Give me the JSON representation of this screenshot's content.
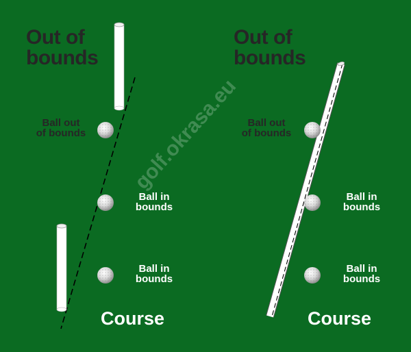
{
  "colors": {
    "background": "#0b6b22",
    "title_text": "#262626",
    "label_light": "#ffffff",
    "post": "#ffffff",
    "boundary_line": "#000000",
    "ball": "#d8d8d8"
  },
  "left_panel": {
    "title_line1": "Out of",
    "title_line2": "bounds",
    "ball_out_line1": "Ball out",
    "ball_out_line2": "of bounds",
    "ball_in_1_line1": "Ball in",
    "ball_in_1_line2": "bounds",
    "ball_in_2_line1": "Ball in",
    "ball_in_2_line2": "bounds",
    "course_label": "Course"
  },
  "right_panel": {
    "title_line1": "Out of",
    "title_line2": "bounds",
    "ball_out_line1": "Ball out",
    "ball_out_line2": "of bounds",
    "ball_in_1_line1": "Ball in",
    "ball_in_1_line2": "bounds",
    "ball_in_2_line1": "Ball in",
    "ball_in_2_line2": "bounds",
    "course_label": "Course"
  },
  "watermark": "golf.okrasa.eu"
}
